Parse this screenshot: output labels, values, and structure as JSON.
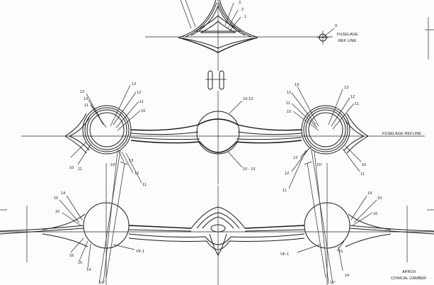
{
  "labels": {
    "fuselage_ref_top_1": "FUSELAGE",
    "fuselage_ref_top_2": "REF LINE",
    "fuselage_ref_mid": "FUSELAGE REFLINE",
    "center_top": "10-13",
    "center_bottom": "10 - 13",
    "angle_left": "15°",
    "angle_right": "15°",
    "angle_bottom_left": "11°",
    "angle_bottom_right": "11°",
    "vf_left": "VF-1",
    "vf_right": "VF-1",
    "approx_1": "APROX",
    "approx_2": "CONICAL CAMBER",
    "top_9": "9",
    "top_3": "3",
    "top_2": "2",
    "top_1": "1",
    "n10": "10",
    "n11": "11",
    "n12": "12",
    "n13": "13",
    "n14": "14",
    "n15": "15",
    "n16": "16"
  }
}
